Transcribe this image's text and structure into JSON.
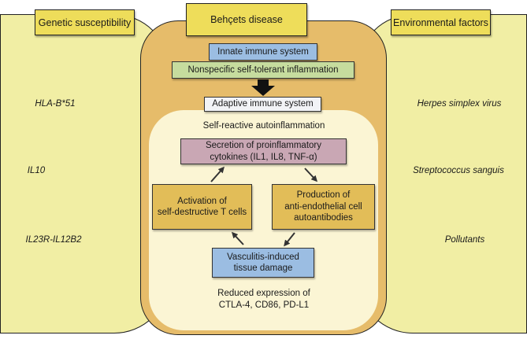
{
  "headers": {
    "left": "Genetic susceptibility",
    "center": "Behçets disease",
    "right": "Environmental factors"
  },
  "left_items": [
    "HLA-B*51",
    "IL10",
    "IL23R-IL12B2"
  ],
  "right_items": [
    "Herpes simplex virus",
    "Streptococcus sanguis",
    "Pollutants"
  ],
  "center": {
    "innate": "Innate immune system",
    "nonspecific": "Nonspecific self-tolerant inflammation",
    "adaptive": "Adaptive immune system",
    "self_reactive": "Self-reactive autoinflammation",
    "secretion_line1": "Secretion of proinflammatory",
    "secretion_line2": "cytokines (IL1, IL8, TNF-α)",
    "activation_line1": "Activation of",
    "activation_line2": "self-destructive T cells",
    "production_line1": "Production of",
    "production_line2": "anti-endothelial cell",
    "production_line3": "autoantibodies",
    "vasculitis_line1": "Vasculitis-induced",
    "vasculitis_line2": "tissue damage",
    "reduced_line1": "Reduced expression of",
    "reduced_line2": "CTLA-4, CD86, PD-L1"
  },
  "colors": {
    "side_panel": "#f1eea4",
    "center_outer": "#e6bc6a",
    "center_inner": "#fbf5d4",
    "header": "#eedd5a",
    "blue": "#9bbde2",
    "green": "#c6dc9e",
    "mauve": "#c9a7b4",
    "gold": "#e2bd58"
  }
}
